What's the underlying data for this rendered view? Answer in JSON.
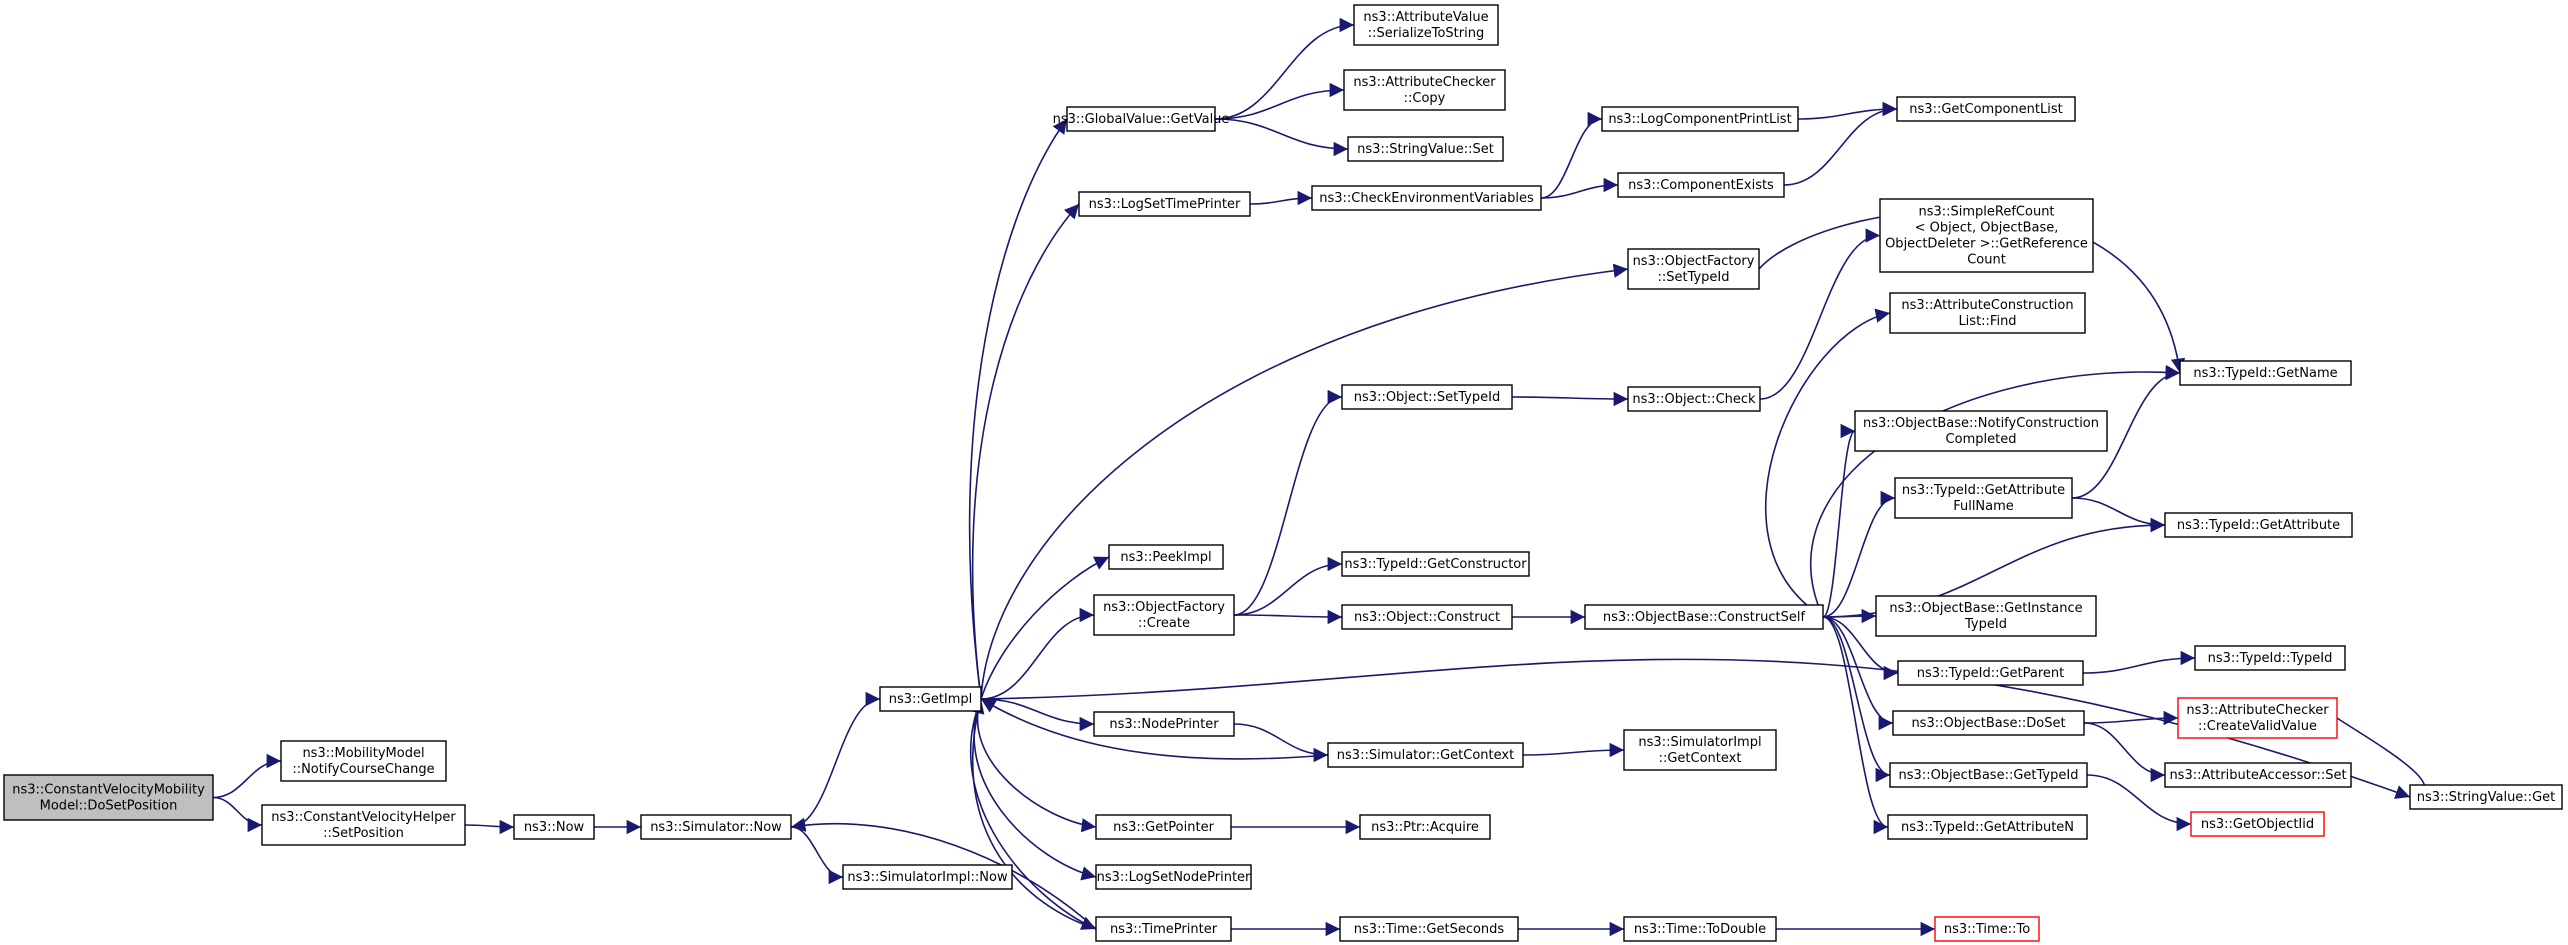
{
  "colors": {
    "edge": "#191970",
    "border": "#000000",
    "highlight_border": "#ff0000",
    "root_fill": "#bfbfbf",
    "background": "#ffffff"
  },
  "nodes": [
    {
      "id": "root",
      "name": "ns3-constantvelocitymobilitymodel-dosetposition",
      "lines": [
        "ns3::ConstantVelocityMobility",
        "Model::DoSetPosition"
      ],
      "root": true
    },
    {
      "id": "mm_notify",
      "name": "ns3-mobilitymodel-notifycoursechange",
      "lines": [
        "ns3::MobilityModel",
        "::NotifyCourseChange"
      ]
    },
    {
      "id": "cvh_setpos",
      "name": "ns3-constantvelocityhelper-setposition",
      "lines": [
        "ns3::ConstantVelocityHelper",
        "::SetPosition"
      ]
    },
    {
      "id": "now",
      "name": "ns3-now",
      "lines": [
        "ns3::Now"
      ]
    },
    {
      "id": "sim_now",
      "name": "ns3-simulator-now",
      "lines": [
        "ns3::Simulator::Now"
      ]
    },
    {
      "id": "simimpl_now",
      "name": "ns3-simulatorimpl-now",
      "lines": [
        "ns3::SimulatorImpl::Now"
      ]
    },
    {
      "id": "getimpl",
      "name": "ns3-getimpl",
      "lines": [
        "ns3::GetImpl"
      ]
    },
    {
      "id": "gv_getvalue",
      "name": "ns3-globalvalue-getvalue",
      "lines": [
        "ns3::GlobalValue::GetValue"
      ]
    },
    {
      "id": "av_serialize",
      "name": "ns3-attributevalue-serializetostring",
      "lines": [
        "ns3::AttributeValue",
        "::SerializeToString"
      ]
    },
    {
      "id": "ac_copy",
      "name": "ns3-attributechecker-copy",
      "lines": [
        "ns3::AttributeChecker",
        "::Copy"
      ]
    },
    {
      "id": "sv_set",
      "name": "ns3-stringvalue-set",
      "lines": [
        "ns3::StringValue::Set"
      ]
    },
    {
      "id": "logsettime",
      "name": "ns3-logsettimeprinter",
      "lines": [
        "ns3::LogSetTimePrinter"
      ]
    },
    {
      "id": "checkenv",
      "name": "ns3-checkenvironmentvariables",
      "lines": [
        "ns3::CheckEnvironmentVariables"
      ]
    },
    {
      "id": "logcomp_print",
      "name": "ns3-logcomponentprintlist",
      "lines": [
        "ns3::LogComponentPrintList"
      ]
    },
    {
      "id": "comp_exists",
      "name": "ns3-componentexists",
      "lines": [
        "ns3::ComponentExists"
      ]
    },
    {
      "id": "getcomplist",
      "name": "ns3-getcomponentlist",
      "lines": [
        "ns3::GetComponentList"
      ]
    },
    {
      "id": "of_settypeid",
      "name": "ns3-objectfactory-settypeid",
      "lines": [
        "ns3::ObjectFactory",
        "::SetTypeId"
      ]
    },
    {
      "id": "simplerefcount",
      "name": "ns3-simplerefcount-getreferencecount",
      "lines": [
        "ns3::SimpleRefCount",
        "< Object, ObjectBase,",
        "ObjectDeleter >::GetReference",
        "Count"
      ]
    },
    {
      "id": "acl_find",
      "name": "ns3-attributeconstructionlist-find",
      "lines": [
        "ns3::AttributeConstruction",
        "List::Find"
      ]
    },
    {
      "id": "tid_getname",
      "name": "ns3-typeid-getname",
      "lines": [
        "ns3::TypeId::GetName"
      ]
    },
    {
      "id": "obj_settypeid",
      "name": "ns3-object-settypeid",
      "lines": [
        "ns3::Object::SetTypeId"
      ]
    },
    {
      "id": "obj_check",
      "name": "ns3-object-check",
      "lines": [
        "ns3::Object::Check"
      ]
    },
    {
      "id": "ob_notify",
      "name": "ns3-objectbase-notifyconstructioncompleted",
      "lines": [
        "ns3::ObjectBase::NotifyConstruction",
        "Completed"
      ]
    },
    {
      "id": "tid_getattrfull",
      "name": "ns3-typeid-getattributefullname",
      "lines": [
        "ns3::TypeId::GetAttribute",
        "FullName"
      ]
    },
    {
      "id": "tid_getattr",
      "name": "ns3-typeid-getattribute",
      "lines": [
        "ns3::TypeId::GetAttribute"
      ]
    },
    {
      "id": "peekimpl",
      "name": "ns3-peekimpl",
      "lines": [
        "ns3::PeekImpl"
      ]
    },
    {
      "id": "tid_getctor",
      "name": "ns3-typeid-getconstructor",
      "lines": [
        "ns3::TypeId::GetConstructor"
      ]
    },
    {
      "id": "of_create",
      "name": "ns3-objectfactory-create",
      "lines": [
        "ns3::ObjectFactory",
        "::Create"
      ]
    },
    {
      "id": "obj_construct",
      "name": "ns3-object-construct",
      "lines": [
        "ns3::Object::Construct"
      ]
    },
    {
      "id": "ob_constructself",
      "name": "ns3-objectbase-constructself",
      "lines": [
        "ns3::ObjectBase::ConstructSelf"
      ]
    },
    {
      "id": "ob_getinst",
      "name": "ns3-objectbase-getinstancetypeid",
      "lines": [
        "ns3::ObjectBase::GetInstance",
        "TypeId"
      ]
    },
    {
      "id": "tid_getparent",
      "name": "ns3-typeid-getparent",
      "lines": [
        "ns3::TypeId::GetParent"
      ]
    },
    {
      "id": "tid_typeid",
      "name": "ns3-typeid-typeid",
      "lines": [
        "ns3::TypeId::TypeId"
      ]
    },
    {
      "id": "nodeprinter",
      "name": "ns3-nodeprinter",
      "lines": [
        "ns3::NodePrinter"
      ]
    },
    {
      "id": "sim_getctx",
      "name": "ns3-simulator-getcontext",
      "lines": [
        "ns3::Simulator::GetContext"
      ]
    },
    {
      "id": "simimpl_getctx",
      "name": "ns3-simulatorimpl-getcontext",
      "lines": [
        "ns3::SimulatorImpl",
        "::GetContext"
      ]
    },
    {
      "id": "ob_doset",
      "name": "ns3-objectbase-doset",
      "lines": [
        "ns3::ObjectBase::DoSet"
      ]
    },
    {
      "id": "ac_createvalid",
      "name": "ns3-attributechecker-createvalidvalue",
      "lines": [
        "ns3::AttributeChecker",
        "::CreateValidValue"
      ],
      "red": true
    },
    {
      "id": "aa_set",
      "name": "ns3-attributeaccessor-set",
      "lines": [
        "ns3::AttributeAccessor::Set"
      ]
    },
    {
      "id": "ob_gettypeid",
      "name": "ns3-objectbase-gettypeid",
      "lines": [
        "ns3::ObjectBase::GetTypeId"
      ]
    },
    {
      "id": "getobjectiid",
      "name": "ns3-getobjectiid",
      "lines": [
        "ns3::GetObjectIid"
      ],
      "red": true
    },
    {
      "id": "sv_get",
      "name": "ns3-stringvalue-get",
      "lines": [
        "ns3::StringValue::Get"
      ]
    },
    {
      "id": "tid_getattrn",
      "name": "ns3-typeid-getattributen",
      "lines": [
        "ns3::TypeId::GetAttributeN"
      ]
    },
    {
      "id": "getpointer",
      "name": "ns3-getpointer",
      "lines": [
        "ns3::GetPointer"
      ]
    },
    {
      "id": "ptr_acquire",
      "name": "ns3-ptr-acquire",
      "lines": [
        "ns3::Ptr::Acquire"
      ]
    },
    {
      "id": "logsetnode",
      "name": "ns3-logsetnodeprinter",
      "lines": [
        "ns3::LogSetNodePrinter"
      ]
    },
    {
      "id": "timeprinter",
      "name": "ns3-timeprinter",
      "lines": [
        "ns3::TimePrinter"
      ]
    },
    {
      "id": "time_getsec",
      "name": "ns3-time-getseconds",
      "lines": [
        "ns3::Time::GetSeconds"
      ]
    },
    {
      "id": "time_todouble",
      "name": "ns3-time-todouble",
      "lines": [
        "ns3::Time::ToDouble"
      ]
    },
    {
      "id": "time_to",
      "name": "ns3-time-to",
      "lines": [
        "ns3::Time::To"
      ],
      "red": true
    }
  ],
  "edges": [
    [
      "root",
      "mm_notify"
    ],
    [
      "root",
      "cvh_setpos"
    ],
    [
      "cvh_setpos",
      "now"
    ],
    [
      "now",
      "sim_now"
    ],
    [
      "sim_now",
      "simimpl_now"
    ],
    [
      "sim_now",
      "getimpl"
    ],
    [
      "getimpl",
      "gv_getvalue"
    ],
    [
      "getimpl",
      "logsettime"
    ],
    [
      "getimpl",
      "of_settypeid"
    ],
    [
      "getimpl",
      "peekimpl"
    ],
    [
      "getimpl",
      "of_create"
    ],
    [
      "getimpl",
      "nodeprinter"
    ],
    [
      "getimpl",
      "sv_get"
    ],
    [
      "getimpl",
      "getpointer"
    ],
    [
      "getimpl",
      "logsetnode"
    ],
    [
      "getimpl",
      "timeprinter"
    ],
    [
      "gv_getvalue",
      "av_serialize"
    ],
    [
      "gv_getvalue",
      "ac_copy"
    ],
    [
      "gv_getvalue",
      "sv_set"
    ],
    [
      "logsettime",
      "checkenv"
    ],
    [
      "checkenv",
      "logcomp_print"
    ],
    [
      "checkenv",
      "comp_exists"
    ],
    [
      "logcomp_print",
      "getcomplist"
    ],
    [
      "comp_exists",
      "getcomplist"
    ],
    [
      "of_settypeid",
      "tid_getname"
    ],
    [
      "of_create",
      "obj_settypeid"
    ],
    [
      "of_create",
      "tid_getctor"
    ],
    [
      "of_create",
      "obj_construct"
    ],
    [
      "obj_settypeid",
      "obj_check"
    ],
    [
      "obj_check",
      "simplerefcount"
    ],
    [
      "obj_construct",
      "ob_constructself"
    ],
    [
      "ob_constructself",
      "acl_find"
    ],
    [
      "ob_constructself",
      "tid_getname"
    ],
    [
      "ob_constructself",
      "ob_notify"
    ],
    [
      "ob_constructself",
      "tid_getattrfull"
    ],
    [
      "ob_constructself",
      "tid_getattr"
    ],
    [
      "ob_constructself",
      "ob_getinst"
    ],
    [
      "ob_constructself",
      "tid_getparent"
    ],
    [
      "ob_constructself",
      "ob_doset"
    ],
    [
      "ob_constructself",
      "ob_gettypeid"
    ],
    [
      "ob_constructself",
      "tid_getattrn"
    ],
    [
      "tid_getattrfull",
      "tid_getname"
    ],
    [
      "tid_getattrfull",
      "tid_getattr"
    ],
    [
      "tid_getparent",
      "tid_typeid"
    ],
    [
      "ob_doset",
      "ac_createvalid"
    ],
    [
      "ob_doset",
      "aa_set"
    ],
    [
      "ac_createvalid",
      "sv_get"
    ],
    [
      "ob_gettypeid",
      "getobjectiid"
    ],
    [
      "nodeprinter",
      "sim_getctx"
    ],
    [
      "sim_getctx",
      "simimpl_getctx"
    ],
    [
      "sim_getctx",
      "getimpl"
    ],
    [
      "getpointer",
      "ptr_acquire"
    ],
    [
      "timeprinter",
      "time_getsec"
    ],
    [
      "timeprinter",
      "sim_now"
    ],
    [
      "timeprinter",
      "getimpl"
    ],
    [
      "time_getsec",
      "time_todouble"
    ],
    [
      "time_todouble",
      "time_to"
    ]
  ]
}
